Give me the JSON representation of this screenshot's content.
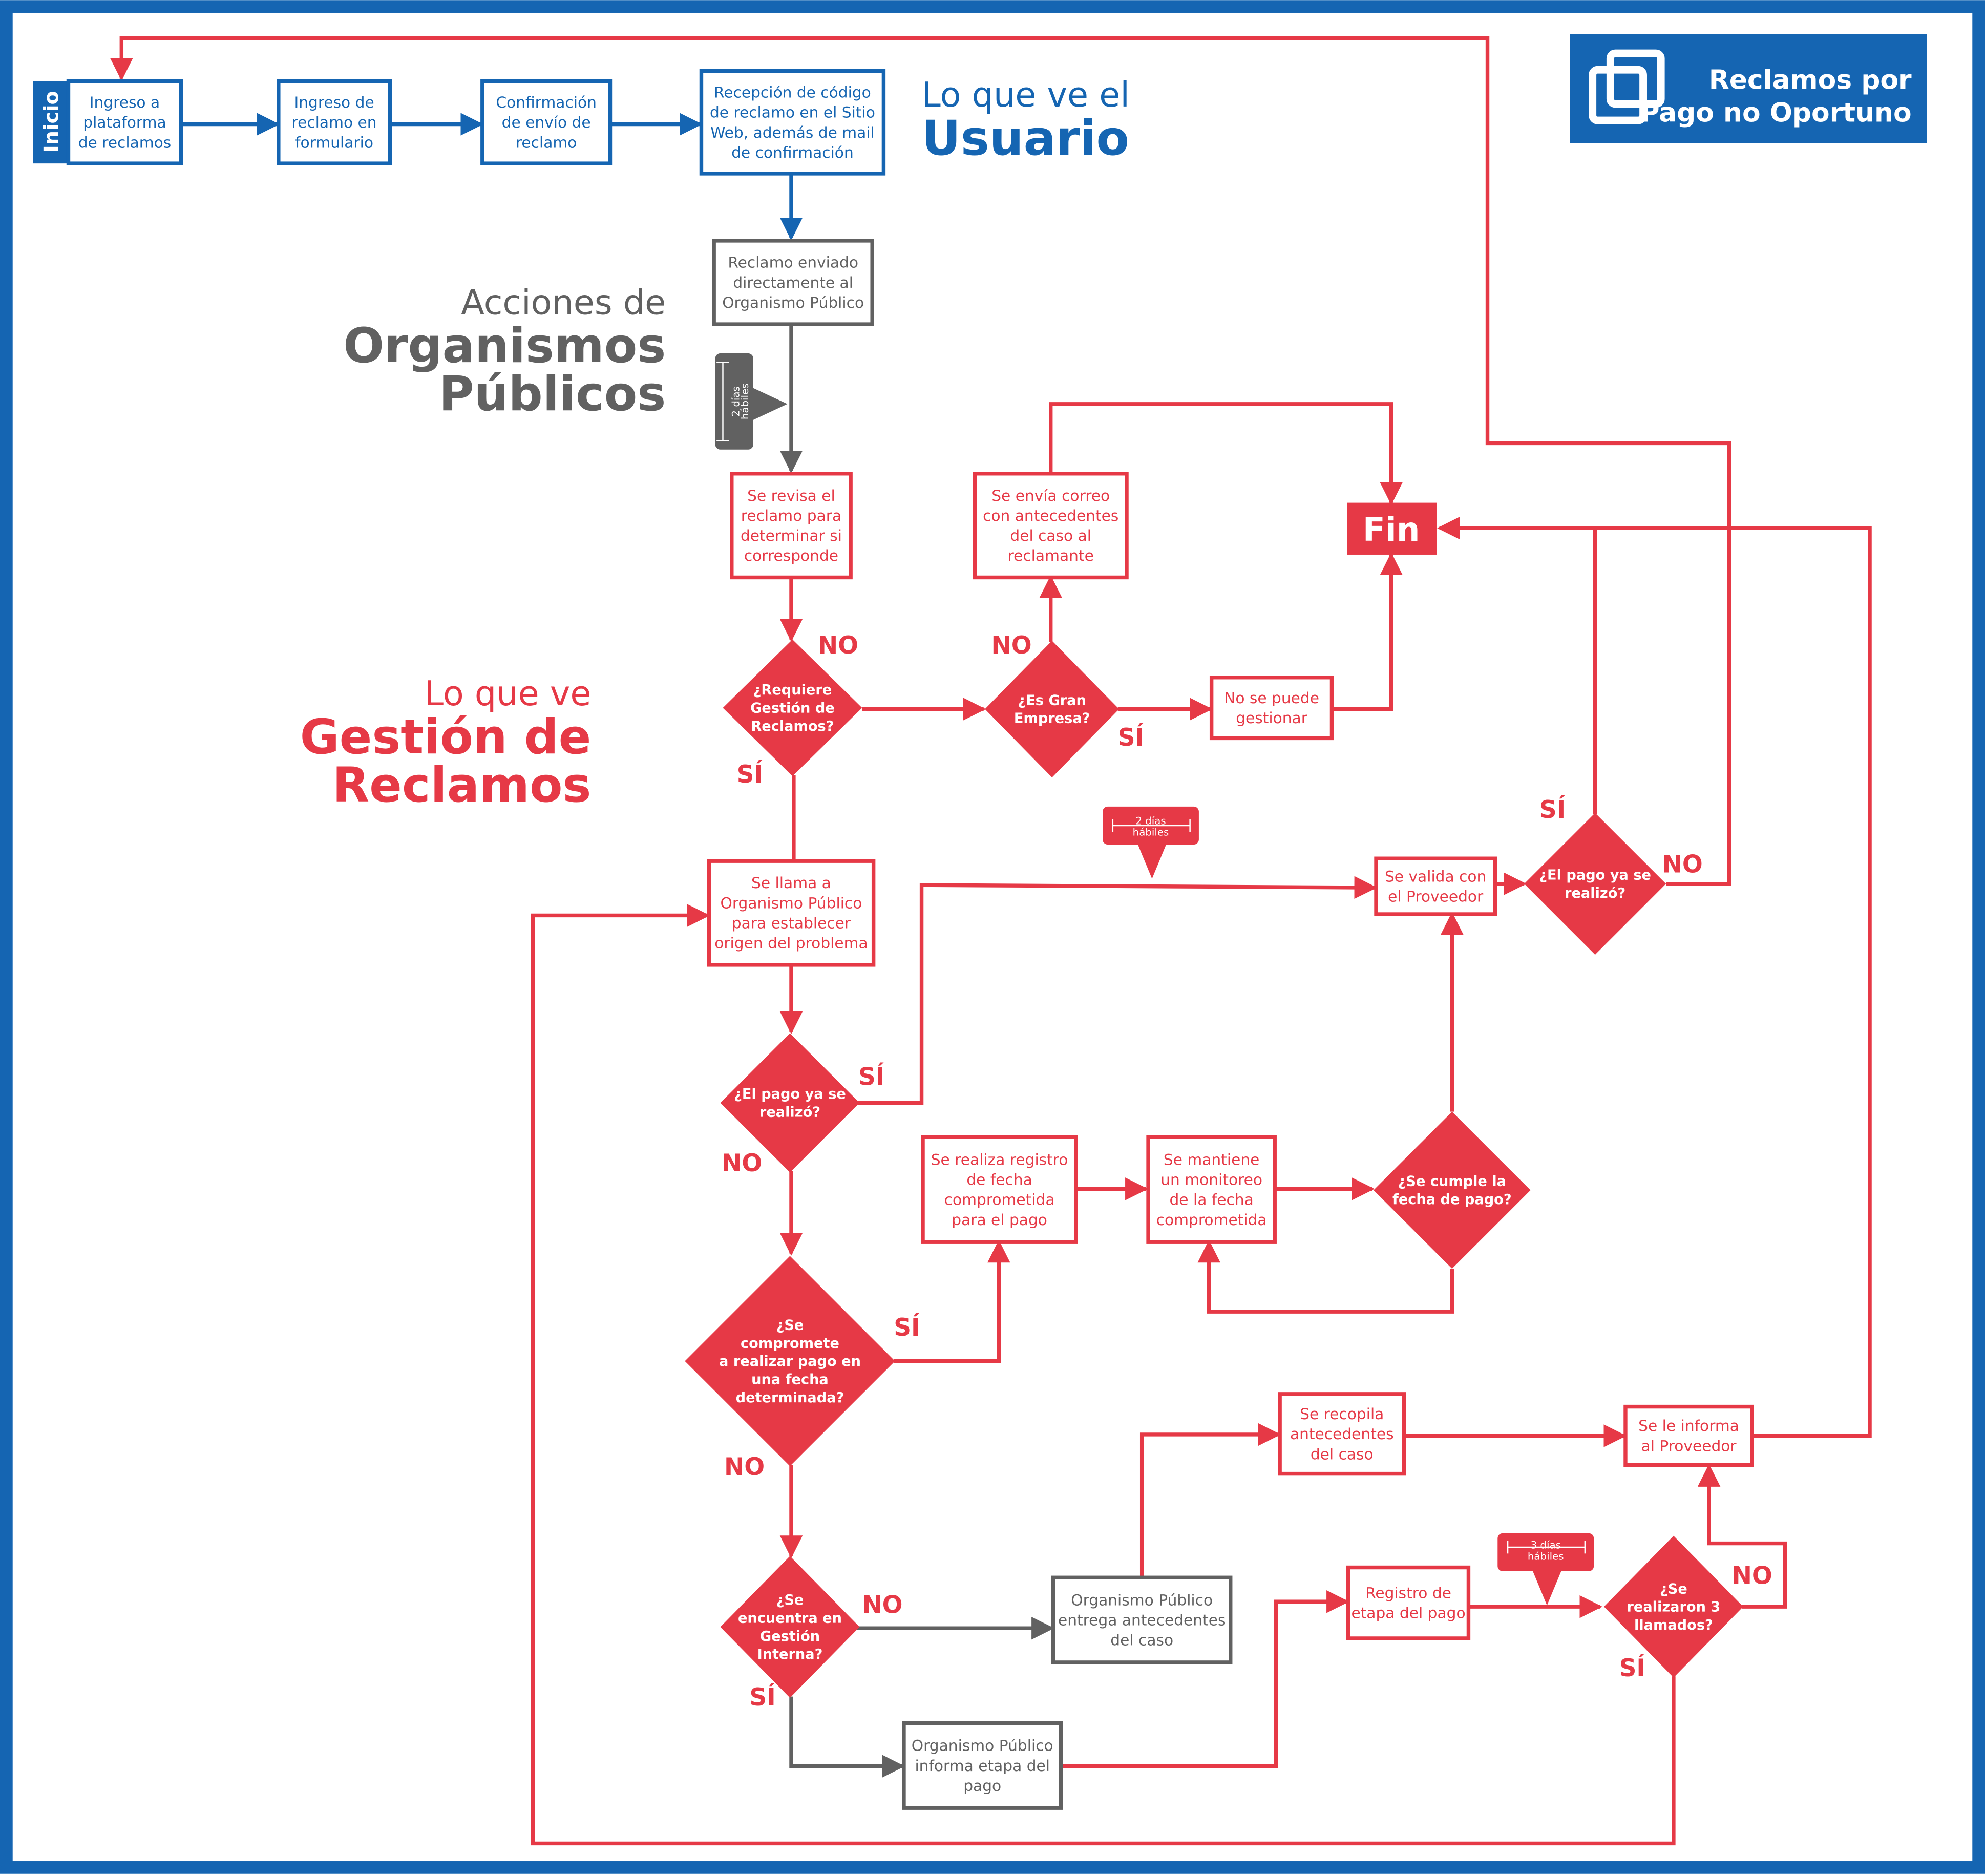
{
  "colors": {
    "blue": "#1565b2",
    "red": "#e63946",
    "gray": "#616161",
    "white": "#ffffff",
    "dark_blue_frame": "#1565b2"
  },
  "legend": {
    "title_line1": "Reclamos por",
    "title_line2": "Pago no Oportuno",
    "icon": "two-overlapping-squares-icon"
  },
  "headings": {
    "usuario_small": "Lo que ve el",
    "usuario_big": "Usuario",
    "organismos_small": "Acciones de",
    "organismos_big1": "Organismos",
    "organismos_big2": "Públicos",
    "gestion_small": "Lo que ve",
    "gestion_big1": "Gestión de",
    "gestion_big2": "Reclamos"
  },
  "usuario": {
    "inicio": "Inicio",
    "step1": [
      "Ingreso a",
      "plataforma",
      "de reclamos"
    ],
    "step2": [
      "Ingreso de",
      "reclamo en",
      "formulario"
    ],
    "step3": [
      "Confirmación",
      "de envío de",
      "reclamo"
    ],
    "step4": [
      "Recepción de código",
      "de reclamo en el Sitio",
      "Web, además de mail",
      "de confirmación"
    ]
  },
  "organismos": {
    "enviado": [
      "Reclamo enviado",
      "directamente al",
      "Organismo Público"
    ],
    "entrega": [
      "Organismo Público",
      "entrega antecedentes",
      "del caso"
    ],
    "informa": [
      "Organismo Público",
      "informa etapa del",
      "pago"
    ]
  },
  "timers": {
    "t1": [
      "2 días",
      "hábiles"
    ],
    "t2": [
      "2 días",
      "hábiles"
    ],
    "t3": [
      "3 días",
      "hábiles"
    ]
  },
  "gestion": {
    "revisa": [
      "Se revisa el",
      "reclamo para",
      "determinar si",
      "corresponde"
    ],
    "envia_correo": [
      "Se envía correo",
      "con antecedentes",
      "del caso al",
      "reclamante"
    ],
    "fin": "Fin",
    "no_gestionar": [
      "No se puede",
      "gestionar"
    ],
    "llama": [
      "Se llama a",
      "Organismo Público",
      "para establecer",
      "origen del problema"
    ],
    "valida": [
      "Se valida con",
      "el Proveedor"
    ],
    "registro_fecha": [
      "Se realiza registro",
      "de fecha",
      "comprometida",
      "para el pago"
    ],
    "monitoreo": [
      "Se mantiene",
      "un monitoreo",
      "de la fecha",
      "comprometida"
    ],
    "recopila": [
      "Se recopila",
      "antecedentes",
      "del caso"
    ],
    "informa_proveedor": [
      "Se le informa",
      "al Proveedor"
    ],
    "registro_etapa": [
      "Registro de",
      "etapa del pago"
    ]
  },
  "decisions": {
    "d_requiere": [
      "¿Requiere",
      "Gestión de",
      "Reclamos?"
    ],
    "d_gran_empresa": [
      "¿Es Gran",
      "Empresa?"
    ],
    "d_pago_1": [
      "¿El pago ya se",
      "realizó?"
    ],
    "d_pago_2": [
      "¿El pago ya se",
      "realizó?"
    ],
    "d_compromete": [
      "¿Se",
      "compromete",
      "a realizar pago en",
      "una fecha",
      "determinada?"
    ],
    "d_cumple": [
      "¿Se cumple la",
      "fecha de pago?"
    ],
    "d_interna": [
      "¿Se",
      "encuentra en",
      "Gestión",
      "Interna?"
    ],
    "d_llamados": [
      "¿Se",
      "realizaron 3",
      "llamados?"
    ]
  },
  "answers": {
    "no": "NO",
    "si": "SÍ"
  }
}
